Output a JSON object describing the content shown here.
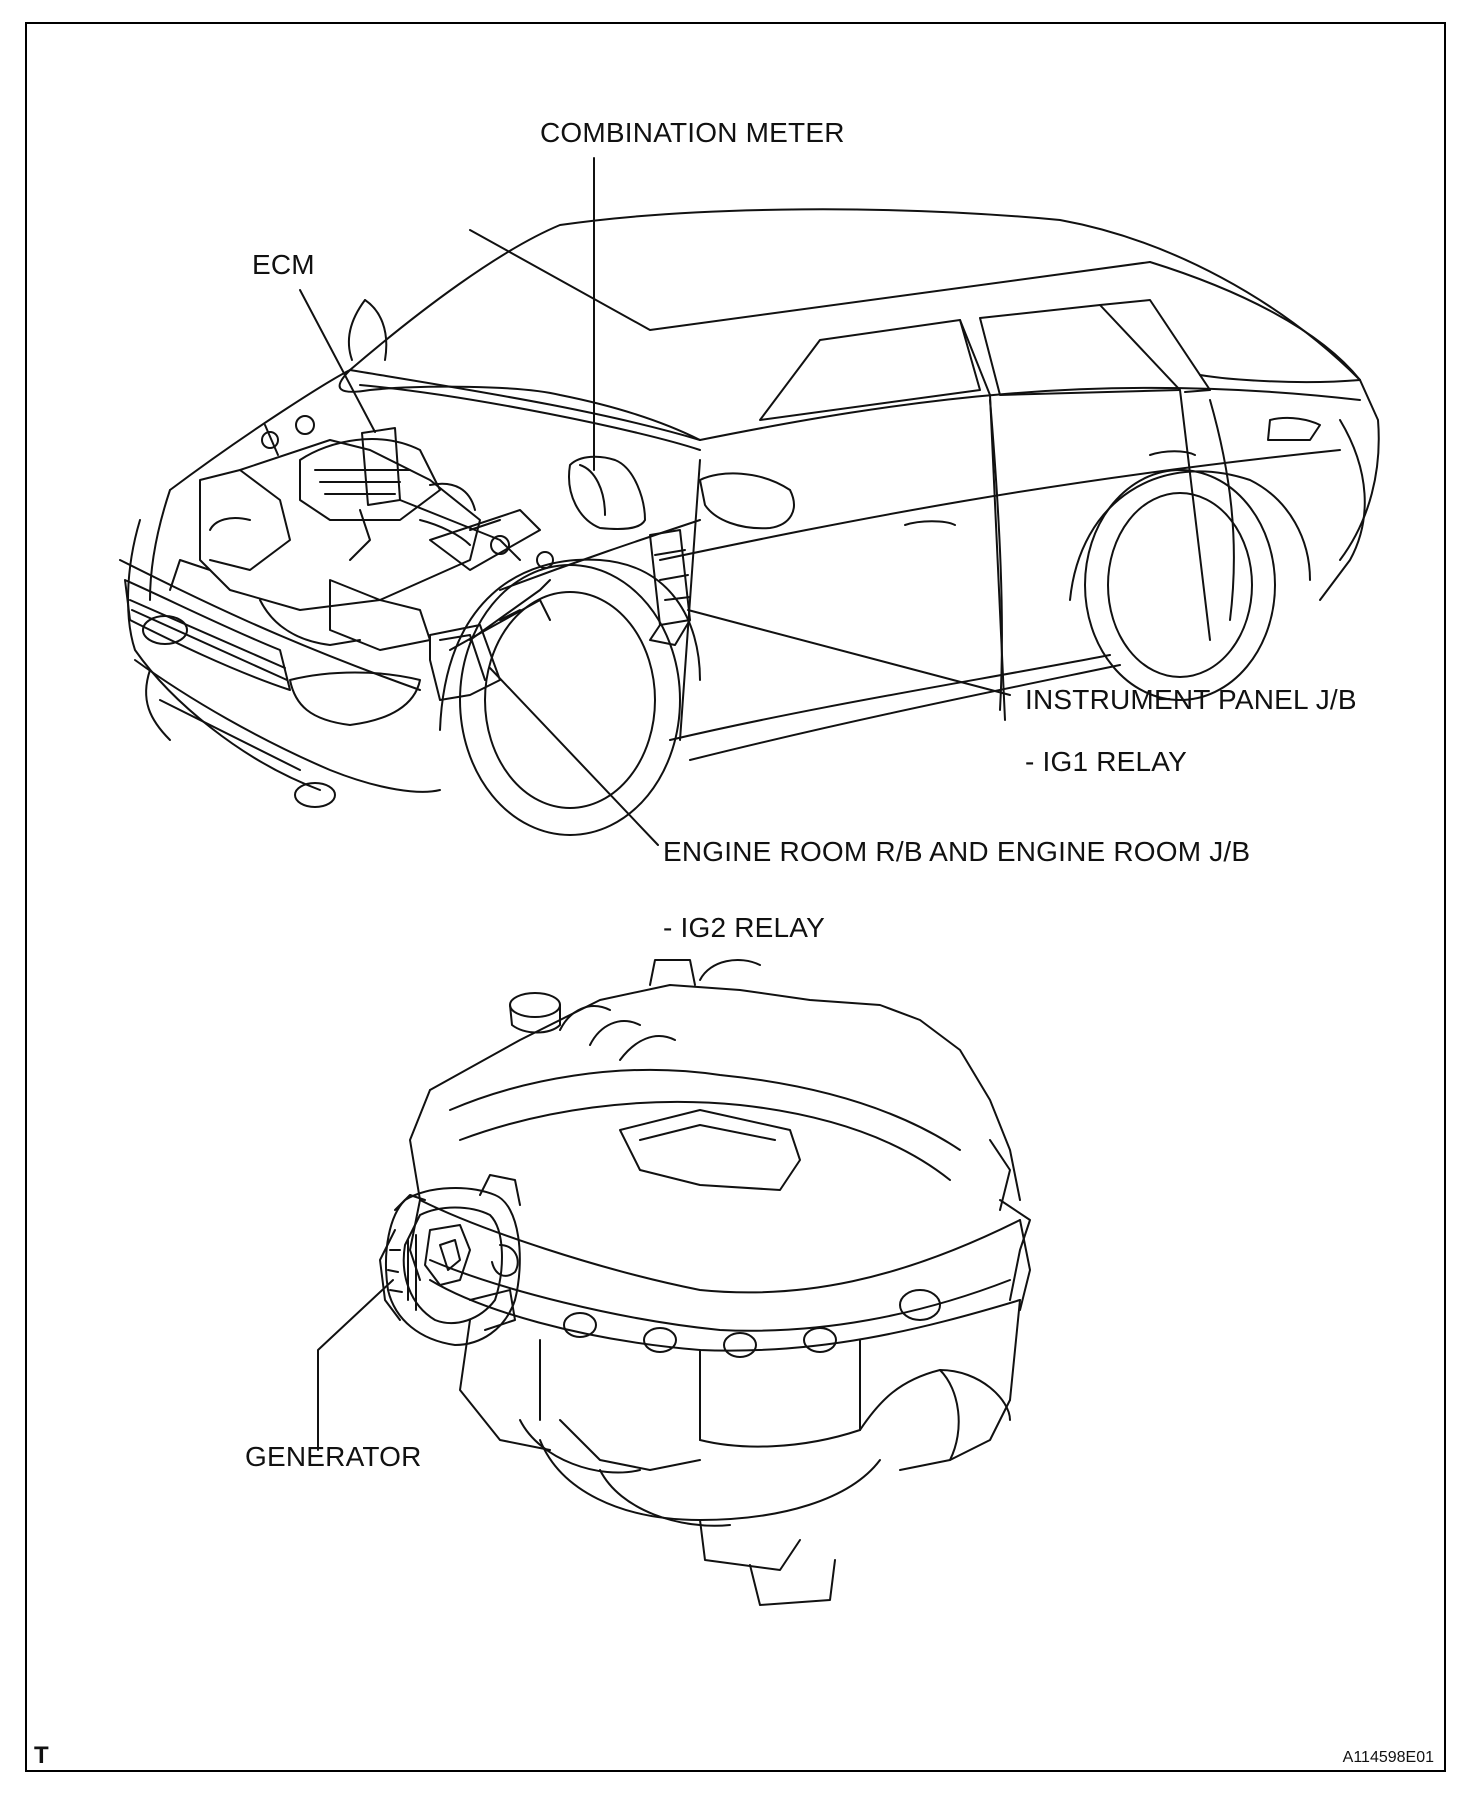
{
  "callouts": {
    "combination_meter": "COMBINATION METER",
    "ecm": "ECM",
    "instrument_panel_jb": "INSTRUMENT PANEL J/B",
    "ig1_relay": "- IG1 RELAY",
    "engine_room_rb_jb": "ENGINE ROOM R/B AND ENGINE ROOM J/B",
    "ig2_relay": "- IG2 RELAY",
    "generator": "GENERATOR"
  },
  "footer": {
    "corner_mark": "T",
    "figure_id": "A114598E01"
  },
  "illustrations": {
    "vehicle_icon": "car-cutaway-icon",
    "engine_icon": "engine-block-icon",
    "generator_icon": "generator-icon"
  }
}
